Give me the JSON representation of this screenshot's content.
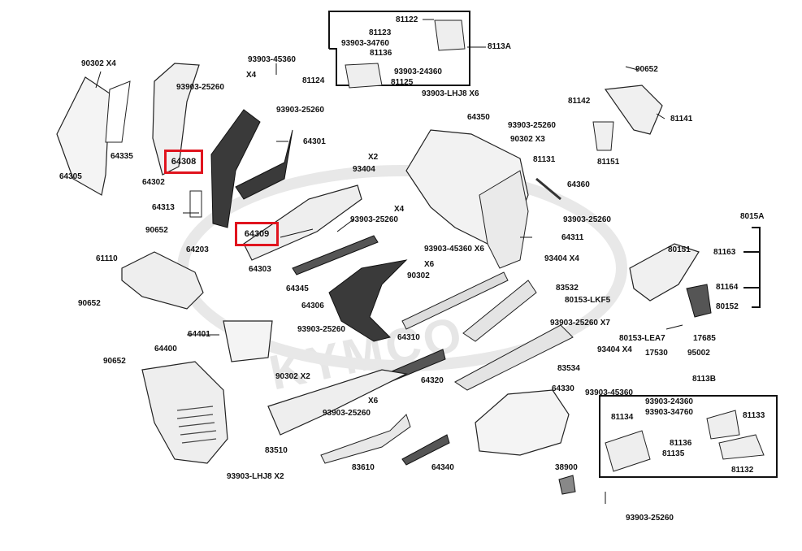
{
  "colors": {
    "highlight": "#e0141e",
    "ink": "#111111",
    "watermark": "#e6e6e6",
    "part_fill": "#3a3a3a"
  },
  "watermark_text": "KYMCO",
  "highlighted_parts": [
    "64308",
    "64309"
  ],
  "callouts": {
    "c90302x4": "90302  X4",
    "c93903_45360_a": "93903-45360",
    "c81122": "81122",
    "c81123": "81123",
    "c93903_34760_a": "93903-34760",
    "c81136_a": "81136",
    "c8113a": "8113A",
    "c93903_24360_a": "93903-24360",
    "c81124": "81124",
    "c81125": "81125",
    "c90652_a": "90652",
    "cx4_a": "X4",
    "c93903_25260_a": "93903-25260",
    "c93903_lhj8x6": "93903-LHJ8  X6",
    "c81142": "81142",
    "c81141": "81141",
    "c93903_25260_b": "93903-25260",
    "c64350": "64350",
    "c93903_25260_c": "93903-25260",
    "c90302x3": "90302  X3",
    "c64335": "64335",
    "c64308": "64308",
    "c64301": "64301",
    "cx2_a": "X2",
    "c93404_a": "93404",
    "c81131": "81131",
    "c81151": "81151",
    "c64305": "64305",
    "c64302": "64302",
    "c64360": "64360",
    "c8015a": "8015A",
    "c64313": "64313",
    "cx4_b": "X4",
    "c93903_25260_d": "93903-25260",
    "c93903_25260_e": "93903-25260",
    "c90652_b": "90652",
    "c64309": "64309",
    "c64311": "64311",
    "c64203": "64203",
    "c93903_45360x6": "93903-45360  X6",
    "c80151": "80151",
    "c81163": "81163",
    "c61110": "61110",
    "c64303": "64303",
    "c93404x4_a": "93404   X4",
    "cx6": "X6",
    "c90302_b": "90302",
    "c64345": "64345",
    "c83532": "83532",
    "c81164": "81164",
    "c90652_c": "90652",
    "c80153_lkf5": "80153-LKF5",
    "c64306": "64306",
    "c81152": "80152",
    "c93903_25260x7": "93903-25260  X7",
    "c64401": "64401",
    "c93903_25260_f": "93903-25260",
    "c64310": "64310",
    "c80153_lea7": "80153-LEA7",
    "c17685": "17685",
    "c64400": "64400",
    "c93404x4_b": "93404  X4",
    "c17530": "17530",
    "c95002": "95002",
    "c90652_d": "90652",
    "c64320": "64320",
    "c83534": "83534",
    "c90302x2": "90302  X2",
    "c8113b": "8113B",
    "c64330": "64330",
    "c93903_45360_b": "93903-45360",
    "c93903_24360_b": "93903-24360",
    "cx6_b": "X6",
    "c93903_34760_b": "93903-34760",
    "c81134": "81134",
    "c81133": "81133",
    "c93903_25260_g": "93903-25260",
    "c81136_b": "81136",
    "c83510": "83510",
    "c81135": "81135",
    "c83610": "83610",
    "c64340": "64340",
    "c38900": "38900",
    "c81132": "81132",
    "c93903_lhj8x2": "93903-LHJ8  X2",
    "c93903_25260_h": "93903-25260"
  }
}
